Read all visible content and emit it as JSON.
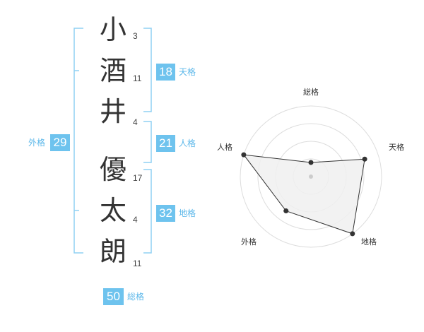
{
  "name": {
    "characters": [
      {
        "char": "小",
        "strokes": "3"
      },
      {
        "char": "酒",
        "strokes": "11"
      },
      {
        "char": "井",
        "strokes": "4"
      },
      {
        "char": "優",
        "strokes": "17"
      },
      {
        "char": "太",
        "strokes": "4"
      },
      {
        "char": "朗",
        "strokes": "11"
      }
    ]
  },
  "kaku": {
    "tenkaku": {
      "value": "18",
      "label": "天格"
    },
    "jinkaku": {
      "value": "21",
      "label": "人格"
    },
    "chikaku": {
      "value": "32",
      "label": "地格"
    },
    "gaikaku": {
      "value": "29",
      "label": "外格"
    },
    "soukaku": {
      "value": "50",
      "label": "総格"
    }
  },
  "chart_data": {
    "type": "radar",
    "axes": [
      "総格",
      "天格",
      "地格",
      "外格",
      "人格"
    ],
    "values": [
      1,
      4,
      5,
      3,
      5
    ],
    "scale_max": 5,
    "rings": 4,
    "colors": {
      "fill": "#f0f0f0",
      "stroke": "#333333",
      "ring": "#dddddd",
      "center": "#cccccc"
    }
  },
  "colors": {
    "accent": "#6ec3ee",
    "bracket": "#8fd0f3"
  }
}
